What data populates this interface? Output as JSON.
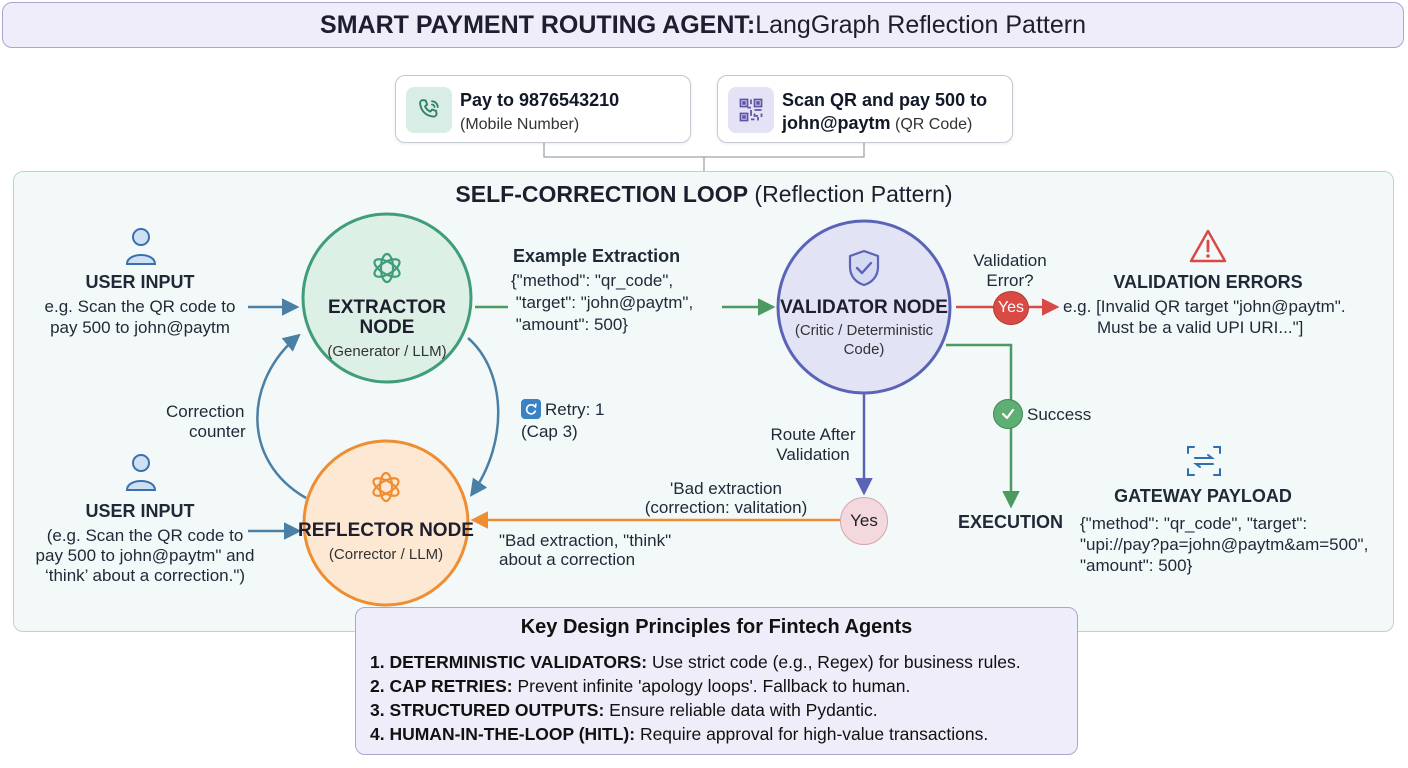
{
  "title": {
    "bold": "SMART PAYMENT ROUTING AGENT:",
    "rest": " LangGraph Reflection Pattern"
  },
  "inputs": [
    {
      "icon": "phone-icon",
      "main": "Pay to 9876543210",
      "sub": "(Mobile Number)"
    },
    {
      "icon": "qr-code-icon",
      "main_line1": "Scan QR and pay 500 to",
      "main_line2": "john@paytm",
      "sub": " (QR Code)"
    }
  ],
  "loop": {
    "title_bold": "SELF-CORRECTION LOOP",
    "title_rest": " (Reflection Pattern)"
  },
  "user_input_top": {
    "heading": "USER INPUT",
    "line1": "e.g. Scan the QR code to",
    "line2": "pay 500 to john@paytm"
  },
  "user_input_bottom": {
    "heading": "USER INPUT",
    "line1": "(e.g. Scan the QR code to",
    "line2": "pay 500 to john@paytm\" and",
    "line3": "‘think’ about a correction.\")"
  },
  "extractor": {
    "line1": "EXTRACTOR",
    "line2": "NODE",
    "sub": "(Generator / LLM)"
  },
  "validator": {
    "label": "VALIDATOR NODE",
    "sub1": "(Critic / Deterministic",
    "sub2": "Code)"
  },
  "reflector": {
    "label": "REFLECTOR NODE",
    "sub": "(Corrector / LLM)"
  },
  "example": {
    "heading": "Example Extraction",
    "line1": "{\"method\": \"qr_code\",",
    "line2": " \"target\": \"john@paytm\",",
    "line3": " \"amount\": 500}"
  },
  "validation_error_q": {
    "line1": "Validation",
    "line2": "Error?"
  },
  "yes_label": "Yes",
  "validation_errors": {
    "heading": "VALIDATION ERRORS",
    "line1": "e.g. [Invalid QR target \"john@paytm\".",
    "line2": "Must be a valid UPI URI...\"]"
  },
  "correction_counter": {
    "line1": "Correction",
    "line2": "counter"
  },
  "retry": {
    "line1": "Retry: 1",
    "line2": "(Cap 3)"
  },
  "route_after": {
    "line1": "Route After",
    "line2": "Validation"
  },
  "success_label": "Success",
  "bad_top": {
    "line1": "'Bad extraction",
    "line2": "(correction: valitation)"
  },
  "bad_bottom": {
    "line1": "\"Bad extraction, \"think\"",
    "line2": "about a correction"
  },
  "execution_label": "EXECUTION",
  "gateway": {
    "heading": "GATEWAY PAYLOAD",
    "line1": "{\"method\": \"qr_code\", \"target\":",
    "line2": "\"upi://pay?pa=john@paytm&am=500\",",
    "line3": "\"amount\": 500}"
  },
  "principles": {
    "title": "Key Design Principles for Fintech Agents",
    "items": [
      {
        "label": "1. DETERMINISTIC VALIDATORS:",
        "text": " Use strict code (e.g., Regex) for business rules."
      },
      {
        "label": "2. CAP RETRIES:",
        "text": " Prevent infinite 'apology loops'. Fallback to human."
      },
      {
        "label": "3. STRUCTURED OUTPUTS:",
        "text": " Ensure reliable data with Pydantic."
      },
      {
        "label": "4. HUMAN-IN-THE-LOOP (HITL):",
        "text": " Require approval for high-value transactions."
      }
    ]
  },
  "colors": {
    "extractor_fill": "#dcf0e6",
    "extractor_stroke": "#3f9d7a",
    "validator_fill": "#e2e4f6",
    "validator_stroke": "#5b63b8",
    "reflector_fill": "#fde9d3",
    "reflector_stroke": "#ef8d32",
    "arrow_blue": "#4a7fa6",
    "error_red": "#d94a45",
    "success_green": "#4c9a62",
    "route_purple": "#5b63b8"
  }
}
